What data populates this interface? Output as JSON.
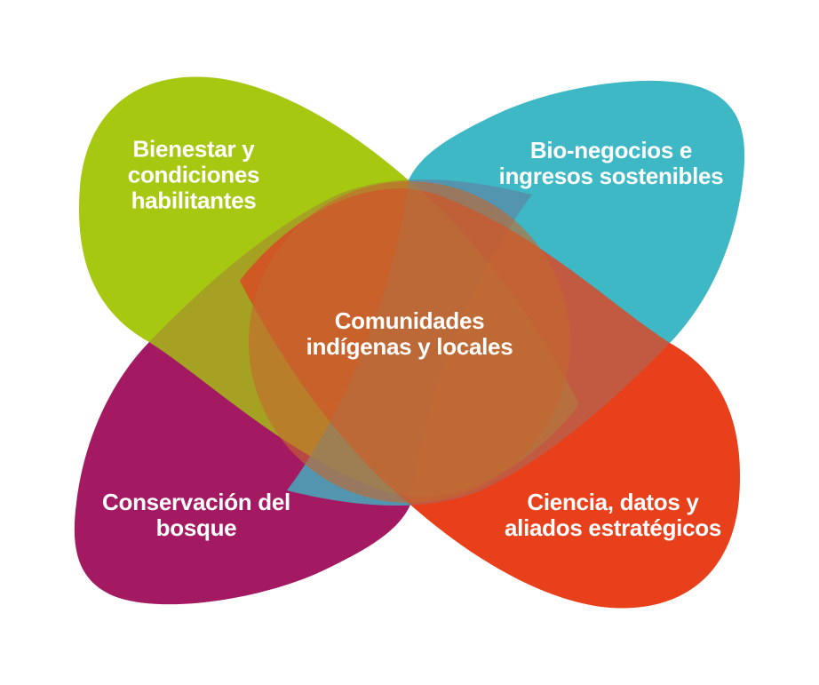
{
  "figure": {
    "kind": "four-petal overlap diagram",
    "background_color": "#ffffff",
    "text_color": "#ffffff"
  },
  "petals": [
    {
      "id": "bienestar",
      "label_lines": [
        "Bienestar y",
        "condiciones",
        "habilitantes"
      ],
      "label_text": "Bienestar y condiciones habilitantes",
      "color": "#a6c811",
      "position": "top-left"
    },
    {
      "id": "bionegocios",
      "label_lines": [
        "Bio-negocios e",
        "ingresos sostenibles"
      ],
      "label_text": "Bio-negocios e ingresos sostenibles",
      "color": "#3eb8c4",
      "position": "top-right"
    },
    {
      "id": "conservacion",
      "label_lines": [
        "Conservación del",
        "bosque"
      ],
      "label_text": "Conservación del bosque",
      "color": "#a31a63",
      "position": "bottom-left"
    },
    {
      "id": "ciencia",
      "label_lines": [
        "Ciencia, datos y",
        "aliados estratégicos"
      ],
      "label_text": "Ciencia, datos y aliados estratégicos",
      "color": "#e8411c",
      "position": "bottom-right"
    }
  ],
  "center_circle": {
    "id": "comunidades",
    "label_lines": [
      "Comunidades",
      "indígenas y locales"
    ],
    "label_text": "Comunidades indígenas y locales",
    "color": "#c4682e",
    "position": "center"
  },
  "overlap_colors": {
    "green_magenta": "#a6922a",
    "teal_magenta": "#5b87a8",
    "teal_green": "#64a88f",
    "red_teal": "#b26255",
    "red_green": "#d56a1f",
    "center_mix": "#b2714e"
  }
}
